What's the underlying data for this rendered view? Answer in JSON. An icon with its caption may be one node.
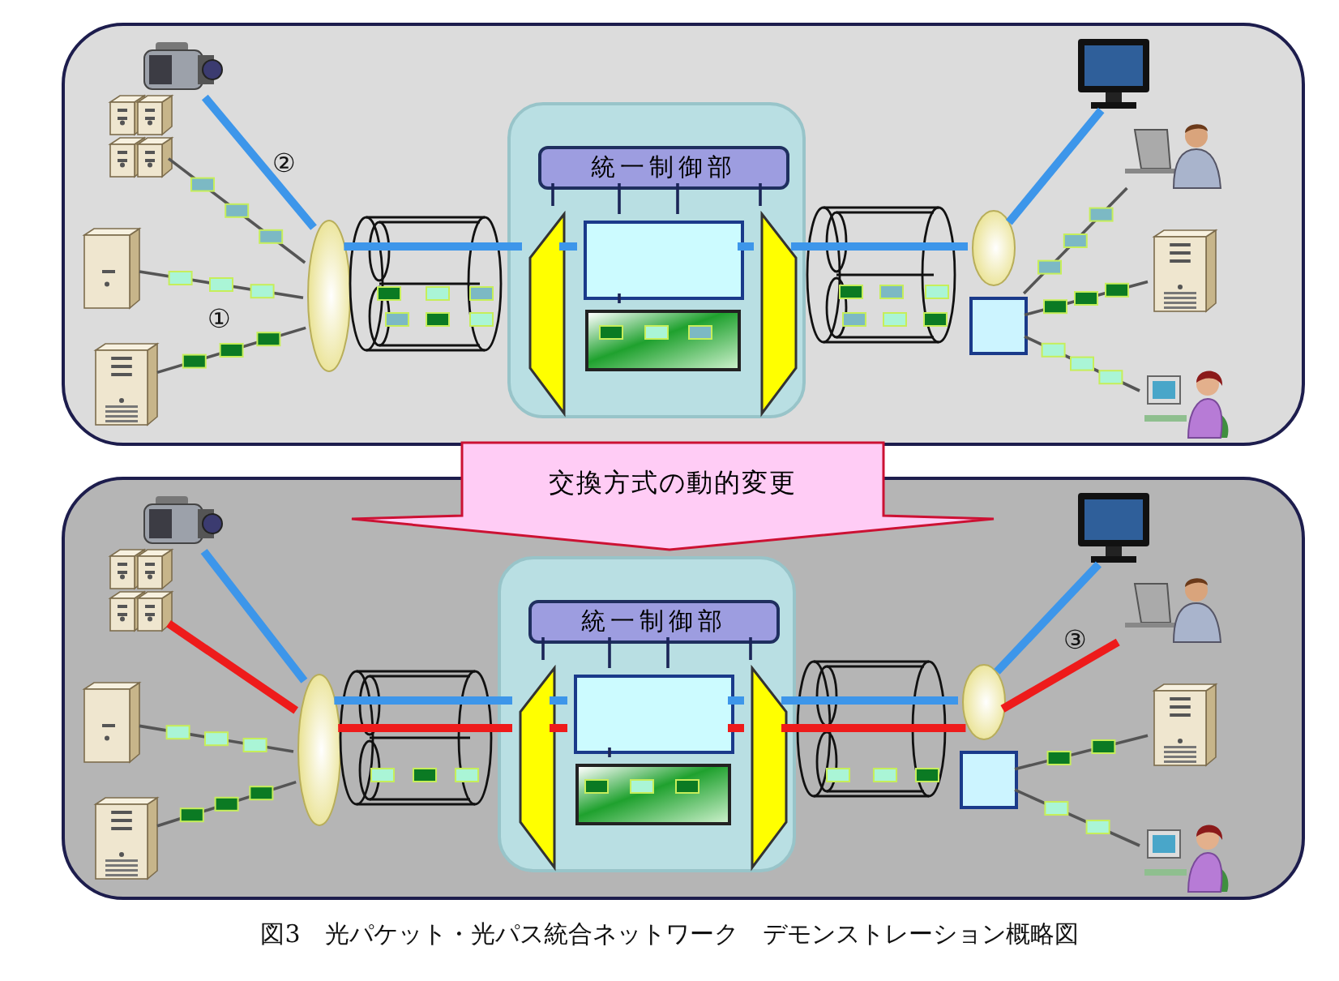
{
  "diagram": {
    "caption": "図3　光パケット・光パス統合ネットワーク　デモンストレーション概略図",
    "nodes": [
      {
        "text": [],
        "shape": "box"
      },
      {
        "text": [],
        "shape": "picture",
        "in": 0
      },
      {
        "text": [],
        "shape": "picture",
        "in": 0
      },
      {
        "text": [],
        "shape": "picture",
        "in": 0
      },
      {
        "text": [],
        "shape": "picture",
        "in": 0
      },
      {
        "text": [],
        "shape": "ellipse",
        "in": 0
      },
      {
        "text": [],
        "shape": "box",
        "in": 0
      },
      {
        "text": [
          "統一制御部"
        ],
        "in": 6
      },
      {
        "text": [],
        "shape": "trapezoid",
        "in": 6
      },
      {
        "text": [],
        "shape": "box",
        "in": 6
      },
      {
        "text": [],
        "shape": "box",
        "in": 6
      },
      {
        "text": [],
        "shape": "trapezoid",
        "in": 6
      },
      {
        "text": [],
        "shape": "ellipse",
        "in": 0
      },
      {
        "text": [],
        "shape": "box",
        "in": 0
      },
      {
        "text": [],
        "shape": "picture",
        "in": 0
      },
      {
        "text": [],
        "shape": "person",
        "in": 0
      },
      {
        "text": [],
        "shape": "picture",
        "in": 0
      },
      {
        "text": [],
        "shape": "person",
        "in": 0
      },
      {
        "text": [
          "交換方式の動的変更"
        ]
      },
      {
        "text": [],
        "shape": "box"
      },
      {
        "text": [],
        "shape": "picture",
        "in": 19
      },
      {
        "text": [],
        "shape": "picture",
        "in": 19
      },
      {
        "text": [],
        "shape": "picture",
        "in": 19
      },
      {
        "text": [],
        "shape": "picture",
        "in": 19
      },
      {
        "text": [],
        "shape": "ellipse",
        "in": 19
      },
      {
        "text": [],
        "shape": "box",
        "in": 19
      },
      {
        "text": [
          "統一制御部"
        ],
        "in": 25
      },
      {
        "text": [],
        "shape": "trapezoid",
        "in": 25
      },
      {
        "text": [],
        "shape": "box",
        "in": 25
      },
      {
        "text": [],
        "shape": "box",
        "in": 25
      },
      {
        "text": [],
        "shape": "trapezoid",
        "in": 25
      },
      {
        "text": [],
        "shape": "ellipse",
        "in": 19
      },
      {
        "text": [],
        "shape": "box",
        "in": 19
      },
      {
        "text": [],
        "shape": "picture",
        "in": 19
      },
      {
        "text": [],
        "shape": "person",
        "in": 19
      },
      {
        "text": [],
        "shape": "picture",
        "in": 19
      },
      {
        "text": [],
        "shape": "person",
        "in": 19
      }
    ],
    "edges": [
      {
        "from": 1,
        "to": 5,
        "arrow": "none",
        "style": "thick",
        "color": "#3d96ea"
      },
      {
        "from": 2,
        "to": 5,
        "arrow": "none",
        "color": "#555555"
      },
      {
        "from": 3,
        "to": 5,
        "arrow": "none",
        "color": "#555555"
      },
      {
        "from": 4,
        "to": 5,
        "arrow": "none",
        "color": "#555555"
      },
      {
        "from": 5,
        "to": 8,
        "arrow": "none",
        "style": "thick",
        "color": "#3d96ea"
      },
      {
        "from": 12,
        "to": 14,
        "arrow": "none",
        "style": "thick",
        "color": "#3d96ea"
      },
      {
        "from": 13,
        "to": 15,
        "arrow": "none",
        "color": "#555555"
      },
      {
        "from": 13,
        "to": 16,
        "arrow": "none",
        "color": "#555555"
      },
      {
        "from": 13,
        "to": 17,
        "arrow": "none",
        "color": "#555555"
      },
      {
        "from": 20,
        "to": 24,
        "arrow": "none",
        "style": "thick",
        "color": "#3d96ea"
      },
      {
        "from": 21,
        "to": 24,
        "arrow": "none",
        "style": "thick",
        "color": "#ee1b1b"
      },
      {
        "from": 22,
        "to": 24,
        "arrow": "none",
        "color": "#555555"
      },
      {
        "from": 23,
        "to": 24,
        "arrow": "none",
        "color": "#555555"
      },
      {
        "from": 24,
        "to": 27,
        "arrow": "none",
        "style": "thick",
        "color": "#3d96ea"
      },
      {
        "from": 24,
        "to": 27,
        "arrow": "none",
        "style": "thick",
        "color": "#ee1b1b"
      },
      {
        "from": 31,
        "to": 33,
        "arrow": "none",
        "style": "thick",
        "color": "#3d96ea"
      },
      {
        "from": 31,
        "to": 34,
        "arrow": "none",
        "style": "thick",
        "color": "#ee1b1b"
      },
      {
        "from": 32,
        "to": 35,
        "arrow": "none",
        "color": "#555555"
      },
      {
        "from": 32,
        "to": 36,
        "arrow": "none",
        "color": "#555555"
      },
      {
        "from": 7,
        "to": 8,
        "arrow": "none",
        "color": "#1b2558"
      },
      {
        "from": 7,
        "to": 9,
        "arrow": "none",
        "color": "#1b2558"
      },
      {
        "from": 7,
        "to": 9,
        "arrow": "none",
        "color": "#1b2558"
      },
      {
        "from": 7,
        "to": 11,
        "arrow": "none",
        "color": "#1b2558"
      },
      {
        "from": 9,
        "to": 10,
        "arrow": "none",
        "color": "#1b2558"
      },
      {
        "from": 26,
        "to": 27,
        "arrow": "none",
        "color": "#1b2558"
      },
      {
        "from": 26,
        "to": 28,
        "arrow": "none",
        "color": "#1b2558"
      },
      {
        "from": 26,
        "to": 28,
        "arrow": "none",
        "color": "#1b2558"
      },
      {
        "from": 26,
        "to": 30,
        "arrow": "none",
        "color": "#1b2558"
      },
      {
        "from": 28,
        "to": 29,
        "arrow": "none",
        "color": "#1b2558"
      },
      {
        "from": 8,
        "to": 9,
        "arrow": "none",
        "style": "thick",
        "color": "#3d96ea"
      },
      {
        "from": 11,
        "to": 12,
        "arrow": "none",
        "style": "thick",
        "color": "#3d96ea"
      },
      {
        "from": 27,
        "to": 28,
        "arrow": "none",
        "style": "thick",
        "color": "#3d96ea"
      },
      {
        "from": 30,
        "to": 31,
        "arrow": "none",
        "style": "thick",
        "color": "#3d96ea"
      },
      {
        "from": 27,
        "to": 28,
        "arrow": "none",
        "style": "thick",
        "color": "#ee1b1b"
      },
      {
        "from": 30,
        "to": 31,
        "arrow": "none",
        "style": "thick",
        "color": "#ee1b1b"
      },
      {
        "from": 9,
        "to": 11,
        "arrow": "none",
        "style": "thick",
        "color": "#3d96ea"
      },
      {
        "from": 28,
        "to": 30,
        "arrow": "none",
        "style": "thick",
        "color": "#3d96ea"
      },
      {
        "from": 28,
        "to": 30,
        "arrow": "none",
        "style": "thick",
        "color": "#ee1b1b"
      }
    ],
    "labels": [
      "②",
      "①",
      "③"
    ]
  }
}
